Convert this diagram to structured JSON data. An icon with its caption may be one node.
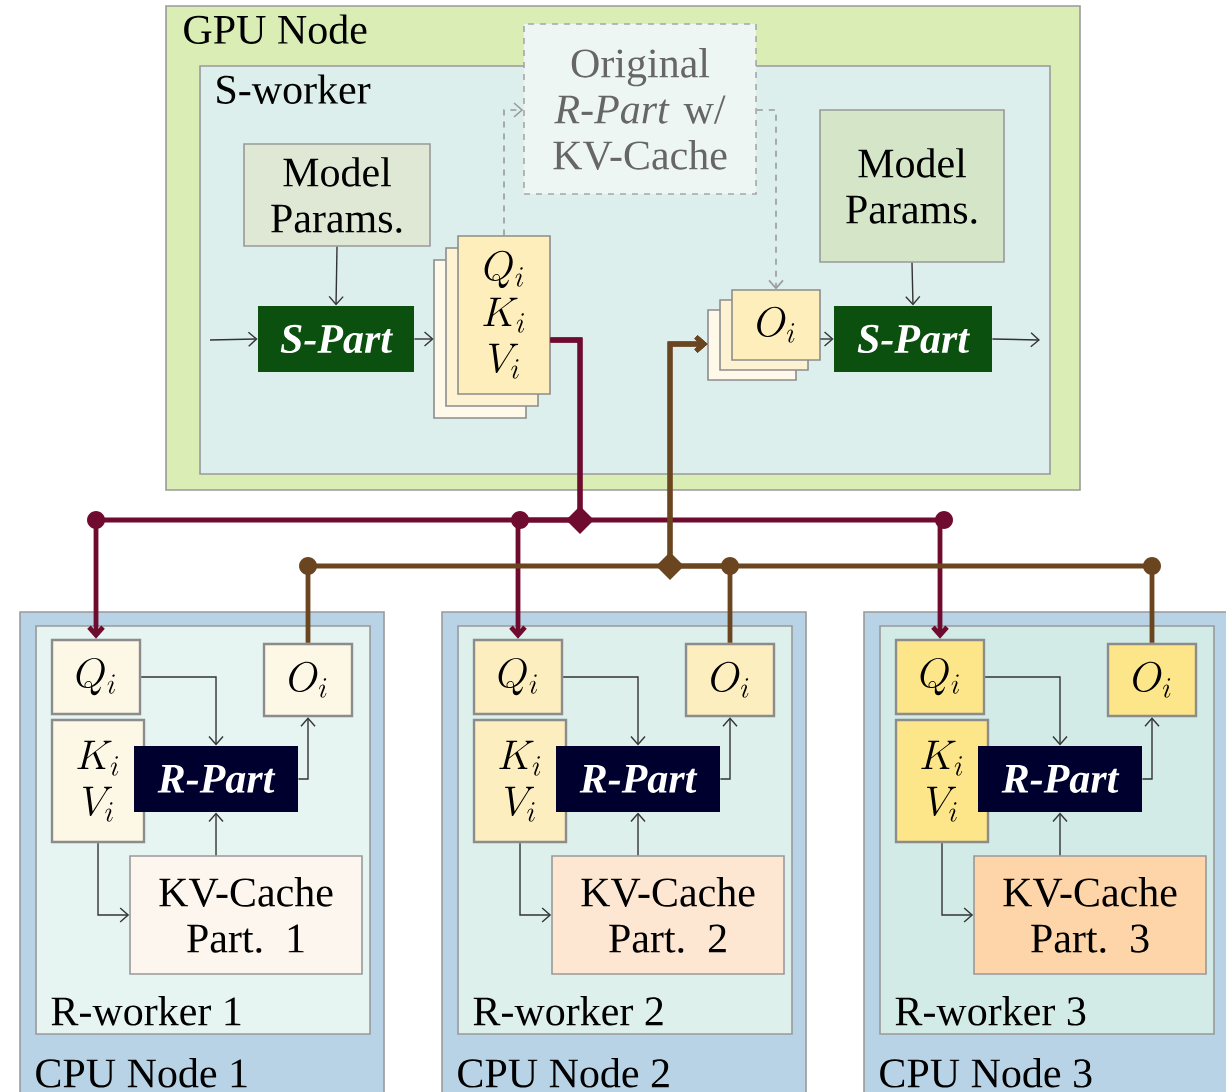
{
  "diagram": {
    "nodes": [
      {
        "text": [
          "GPU Node"
        ]
      },
      {
        "text": [
          "S-worker"
        ],
        "in": 0
      },
      {
        "text": [
          "Original *R-Part* w/ KV-Cache"
        ],
        "in": 0
      },
      {
        "text": [
          "Model Params."
        ],
        "in": 1
      },
      {
        "text": [
          "S-Part"
        ],
        "in": 1
      },
      {
        "text": [
          "Q_i",
          "K_i",
          "V_i"
        ],
        "in": 1
      },
      {
        "text": [
          "O_i"
        ],
        "in": 1
      },
      {
        "text": [
          "Model Params."
        ],
        "in": 1
      },
      {
        "text": [
          "S-Part"
        ],
        "in": 1
      },
      {
        "text": [
          "CPU Node 1"
        ]
      },
      {
        "text": [
          "R-worker 1"
        ],
        "in": 9
      },
      {
        "text": [
          "Q_i"
        ],
        "in": 10
      },
      {
        "text": [
          "K_i",
          "V_i"
        ],
        "in": 10
      },
      {
        "text": [
          "R-Part"
        ],
        "in": 10
      },
      {
        "text": [
          "O_i"
        ],
        "in": 10
      },
      {
        "text": [
          "KV-Cache Part. 1"
        ],
        "in": 10
      },
      {
        "text": [
          "CPU Node 2"
        ]
      },
      {
        "text": [
          "R-worker 2"
        ],
        "in": 16
      },
      {
        "text": [
          "Q_i"
        ],
        "in": 17
      },
      {
        "text": [
          "K_i",
          "V_i"
        ],
        "in": 17
      },
      {
        "text": [
          "R-Part"
        ],
        "in": 17
      },
      {
        "text": [
          "O_i"
        ],
        "in": 17
      },
      {
        "text": [
          "KV-Cache Part. 2"
        ],
        "in": 17
      },
      {
        "text": [
          "CPU Node 3"
        ]
      },
      {
        "text": [
          "R-worker 3"
        ],
        "in": 23
      },
      {
        "text": [
          "Q_i"
        ],
        "in": 24
      },
      {
        "text": [
          "K_i",
          "V_i"
        ],
        "in": 24
      },
      {
        "text": [
          "R-Part"
        ],
        "in": 24
      },
      {
        "text": [
          "O_i"
        ],
        "in": 24
      },
      {
        "text": [
          "KV-Cache Part. 3"
        ],
        "in": 24
      }
    ],
    "edges": [
      {
        "from": null,
        "to": 4,
        "arrow": "to"
      },
      {
        "from": 3,
        "to": 4,
        "arrow": "to"
      },
      {
        "from": 4,
        "to": 5,
        "arrow": "to"
      },
      {
        "from": 5,
        "to": 2,
        "arrow": "to",
        "style": "dashed",
        "color": "#999999"
      },
      {
        "from": 2,
        "to": 6,
        "arrow": "to",
        "style": "dashed",
        "color": "#999999"
      },
      {
        "from": 6,
        "to": 8,
        "arrow": "to"
      },
      {
        "from": 7,
        "to": 8,
        "arrow": "to"
      },
      {
        "from": 8,
        "to": null,
        "arrow": "to"
      },
      {
        "from": 11,
        "to": 13,
        "arrow": "to"
      },
      {
        "from": 12,
        "to": 15,
        "arrow": "to"
      },
      {
        "from": 15,
        "to": 13,
        "arrow": "to"
      },
      {
        "from": 13,
        "to": 14,
        "arrow": "to"
      },
      {
        "from": 18,
        "to": 20,
        "arrow": "to"
      },
      {
        "from": 19,
        "to": 22,
        "arrow": "to"
      },
      {
        "from": 22,
        "to": 20,
        "arrow": "to"
      },
      {
        "from": 20,
        "to": 21,
        "arrow": "to"
      },
      {
        "from": 25,
        "to": 27,
        "arrow": "to"
      },
      {
        "from": 26,
        "to": 29,
        "arrow": "to"
      },
      {
        "from": 29,
        "to": 27,
        "arrow": "to"
      },
      {
        "from": 27,
        "to": 28,
        "arrow": "to"
      },
      {
        "from": 5,
        "to": 11,
        "arrow": "to",
        "style": "thick",
        "color": "#6e0b2e"
      },
      {
        "from": 5,
        "to": 18,
        "arrow": "to",
        "style": "thick",
        "color": "#6e0b2e"
      },
      {
        "from": 5,
        "to": 25,
        "arrow": "to",
        "style": "thick",
        "color": "#6e0b2e"
      },
      {
        "from": 14,
        "to": 6,
        "arrow": "to",
        "style": "thick",
        "color": "#6b4420"
      },
      {
        "from": 21,
        "to": 6,
        "arrow": "to",
        "style": "thick",
        "color": "#6b4420"
      },
      {
        "from": 28,
        "to": 6,
        "arrow": "to",
        "style": "thick",
        "color": "#6b4420"
      }
    ]
  }
}
